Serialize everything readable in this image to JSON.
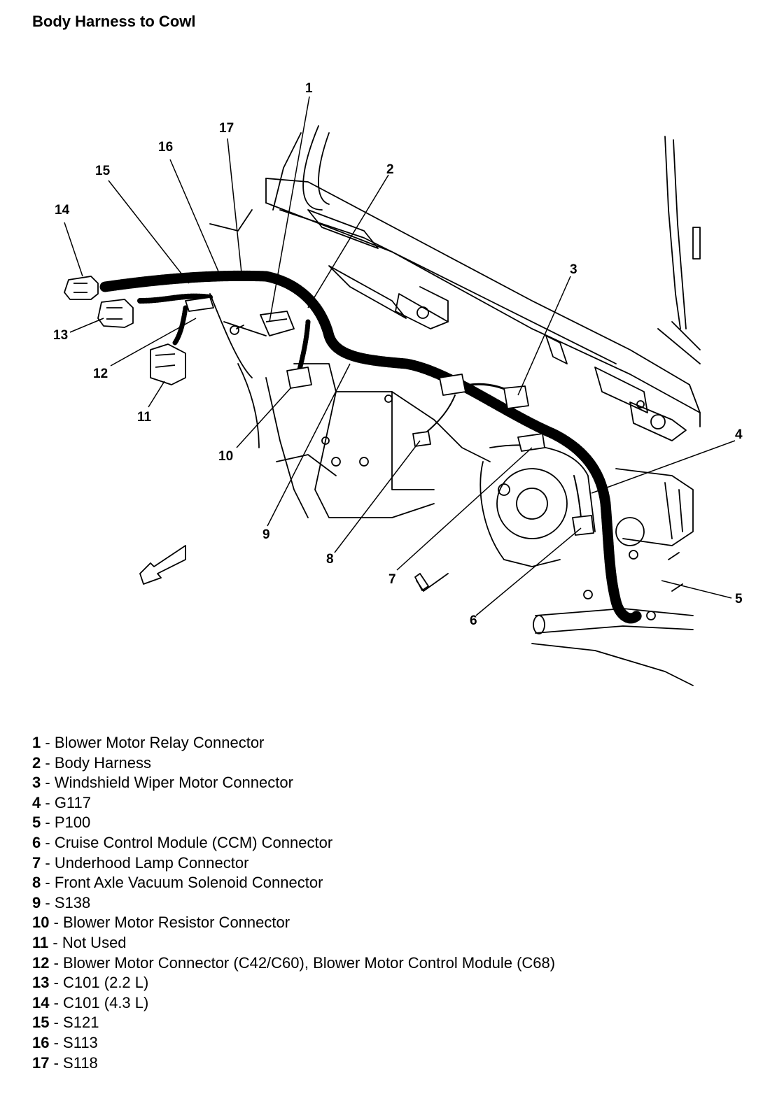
{
  "title": "Body Harness to Cowl",
  "callouts": [
    "1",
    "2",
    "3",
    "4",
    "5",
    "6",
    "7",
    "8",
    "9",
    "10",
    "11",
    "12",
    "13",
    "14",
    "15",
    "16",
    "17"
  ],
  "legend": [
    {
      "num": "1",
      "sep": " - ",
      "label": "Blower Motor Relay Connector"
    },
    {
      "num": "2",
      "sep": " - ",
      "label": "Body Harness"
    },
    {
      "num": "3",
      "sep": " - ",
      "label": "Windshield Wiper Motor Connector"
    },
    {
      "num": "4",
      "sep": " - ",
      "label": "G117"
    },
    {
      "num": "5",
      "sep": " - ",
      "label": "P100"
    },
    {
      "num": "6",
      "sep": " - ",
      "label": "Cruise Control Module (CCM) Connector"
    },
    {
      "num": "7",
      "sep": " - ",
      "label": "Underhood Lamp Connector"
    },
    {
      "num": "8",
      "sep": " - ",
      "label": "Front Axle Vacuum Solenoid Connector"
    },
    {
      "num": "9",
      "sep": " - ",
      "label": "S138"
    },
    {
      "num": "10",
      "sep": " - ",
      "label": "Blower Motor Resistor Connector"
    },
    {
      "num": "11",
      "sep": " - ",
      "label": "Not Used"
    },
    {
      "num": "12",
      "sep": " - ",
      "label": "Blower Motor Connector (C42/C60), Blower Motor Control Module (C68)"
    },
    {
      "num": "13",
      "sep": " - ",
      "label": "C101 (2.2 L)"
    },
    {
      "num": "14",
      "sep": " - ",
      "label": "C101 (4.3 L)"
    },
    {
      "num": "15",
      "sep": " - ",
      "label": "S121"
    },
    {
      "num": "16",
      "sep": " - ",
      "label": "S113"
    },
    {
      "num": "17",
      "sep": " - ",
      "label": "S118"
    }
  ],
  "colors": {
    "ink": "#000000",
    "paper": "#ffffff"
  }
}
